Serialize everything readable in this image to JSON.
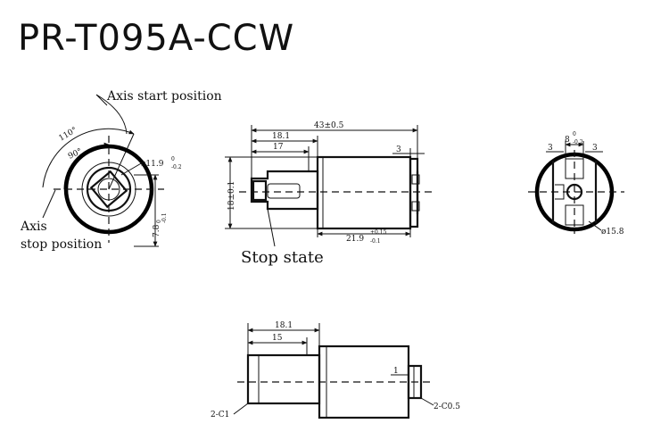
{
  "title": "PR-T095A-CCW",
  "labels": {
    "axis_start": "Axis start position",
    "axis_stop_1": "Axis",
    "axis_stop_2": "stop position",
    "stop_state": "Stop state"
  },
  "front_view": {
    "angle_outer": "110°",
    "angle_inner": "90°",
    "dia": "ø11.9",
    "dia_tol_top": "0",
    "dia_tol_bot": "-0.2",
    "height": "7.8",
    "height_tol_top": "0",
    "height_tol_bot": "-0.1"
  },
  "side_view": {
    "overall": "43±0.5",
    "shaft_len": "18.1",
    "flat_len": "17",
    "end_gap": "3",
    "shaft_dia": "18±0.1",
    "body_len": "21.9",
    "body_tol_top": "+0.15",
    "body_tol_bot": "-0.1"
  },
  "rear_view": {
    "slot": "8",
    "slot_tol_top": "0",
    "slot_tol_bot": "-0.2",
    "side_left": "3",
    "side_right": "3",
    "dia": "ø15.8"
  },
  "bottom_view": {
    "shaft_len": "18.1",
    "flat_len": "15",
    "step": "1",
    "chamfer_left": "2-C1",
    "chamfer_right": "2-C0.5"
  }
}
